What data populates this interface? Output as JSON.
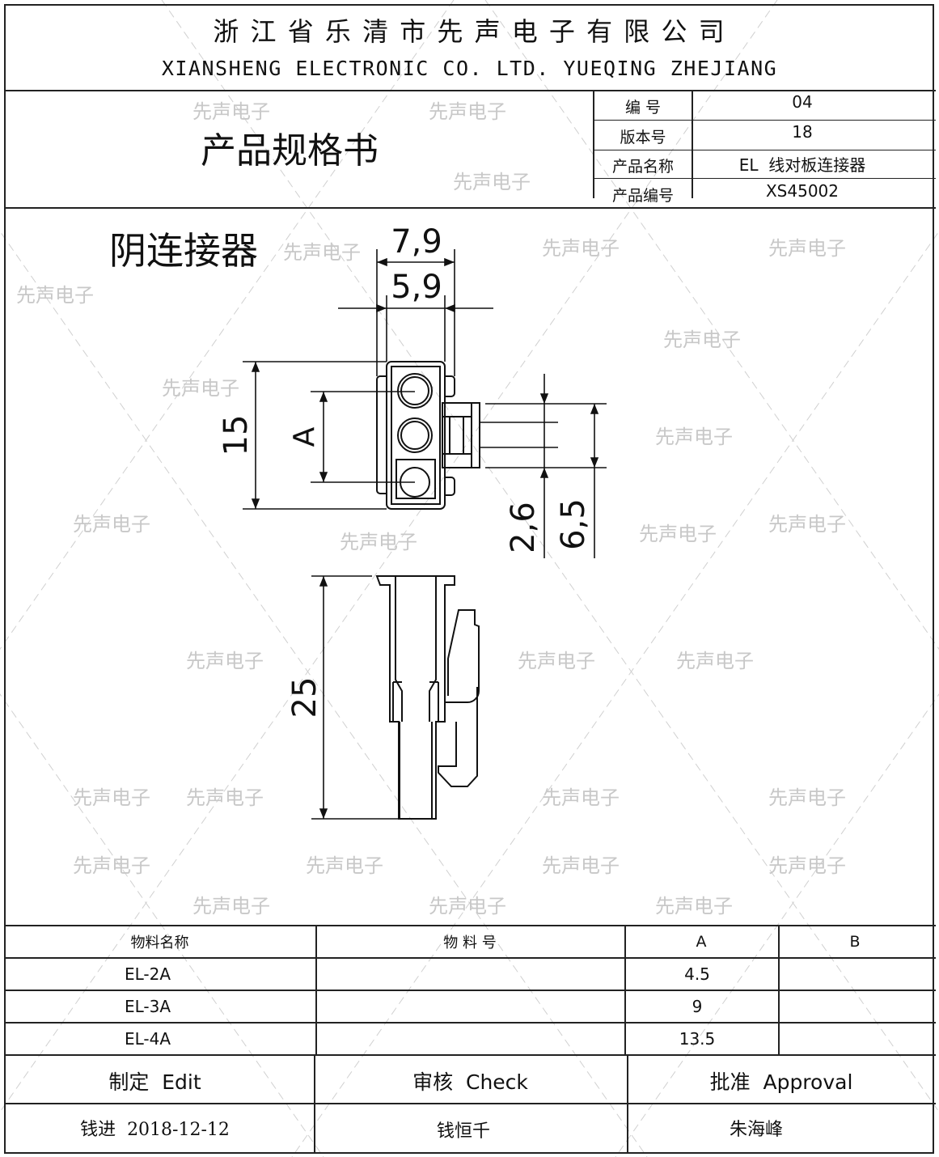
{
  "header": {
    "company_cn": "浙 江 省 乐 清 市 先 声 电 子 有 限 公 司",
    "company_en": "XIANSHENG ELECTRONIC CO. LTD. YUEQING ZHEJIANG",
    "doc_title": "产品规格书"
  },
  "info": {
    "rows": [
      {
        "label": "编 号",
        "value": "04"
      },
      {
        "label": "版本号",
        "value": "18"
      },
      {
        "label": "产品名称",
        "value": "EL  线对板连接器"
      },
      {
        "label": "产品编号",
        "value": "XS45002"
      }
    ]
  },
  "drawing": {
    "title": "阴连接器",
    "dims": {
      "outer_width": "7,9",
      "inner_width": "5,9",
      "height": "15",
      "pitch": "A",
      "latch_gap": "2,6",
      "latch_width": "6,5",
      "length": "25"
    }
  },
  "watermark": "先声电子",
  "materials": {
    "headers": [
      "物料名称",
      "物 料 号",
      "A",
      "B"
    ],
    "rows": [
      {
        "name": "EL-2A",
        "part_no": "",
        "a": "4.5",
        "b": ""
      },
      {
        "name": "EL-3A",
        "part_no": "",
        "a": "9",
        "b": ""
      },
      {
        "name": "EL-4A",
        "part_no": "",
        "a": "13.5",
        "b": ""
      }
    ]
  },
  "signoff": {
    "headers": [
      "制定  Edit",
      "审核  Check",
      "批准  Approval"
    ],
    "values": [
      "钱进  2018-12-12",
      "钱恒千",
      "朱海峰"
    ]
  }
}
